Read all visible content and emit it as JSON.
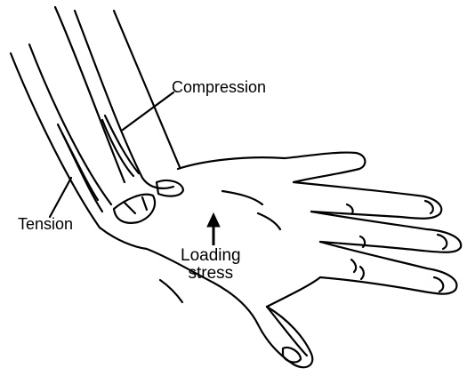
{
  "labels": {
    "compression": "Compression",
    "tension": "Tension",
    "loading_line1": "Loading",
    "loading_line2": "stress"
  },
  "colors": {
    "ink": "#000000",
    "background": "#ffffff"
  }
}
